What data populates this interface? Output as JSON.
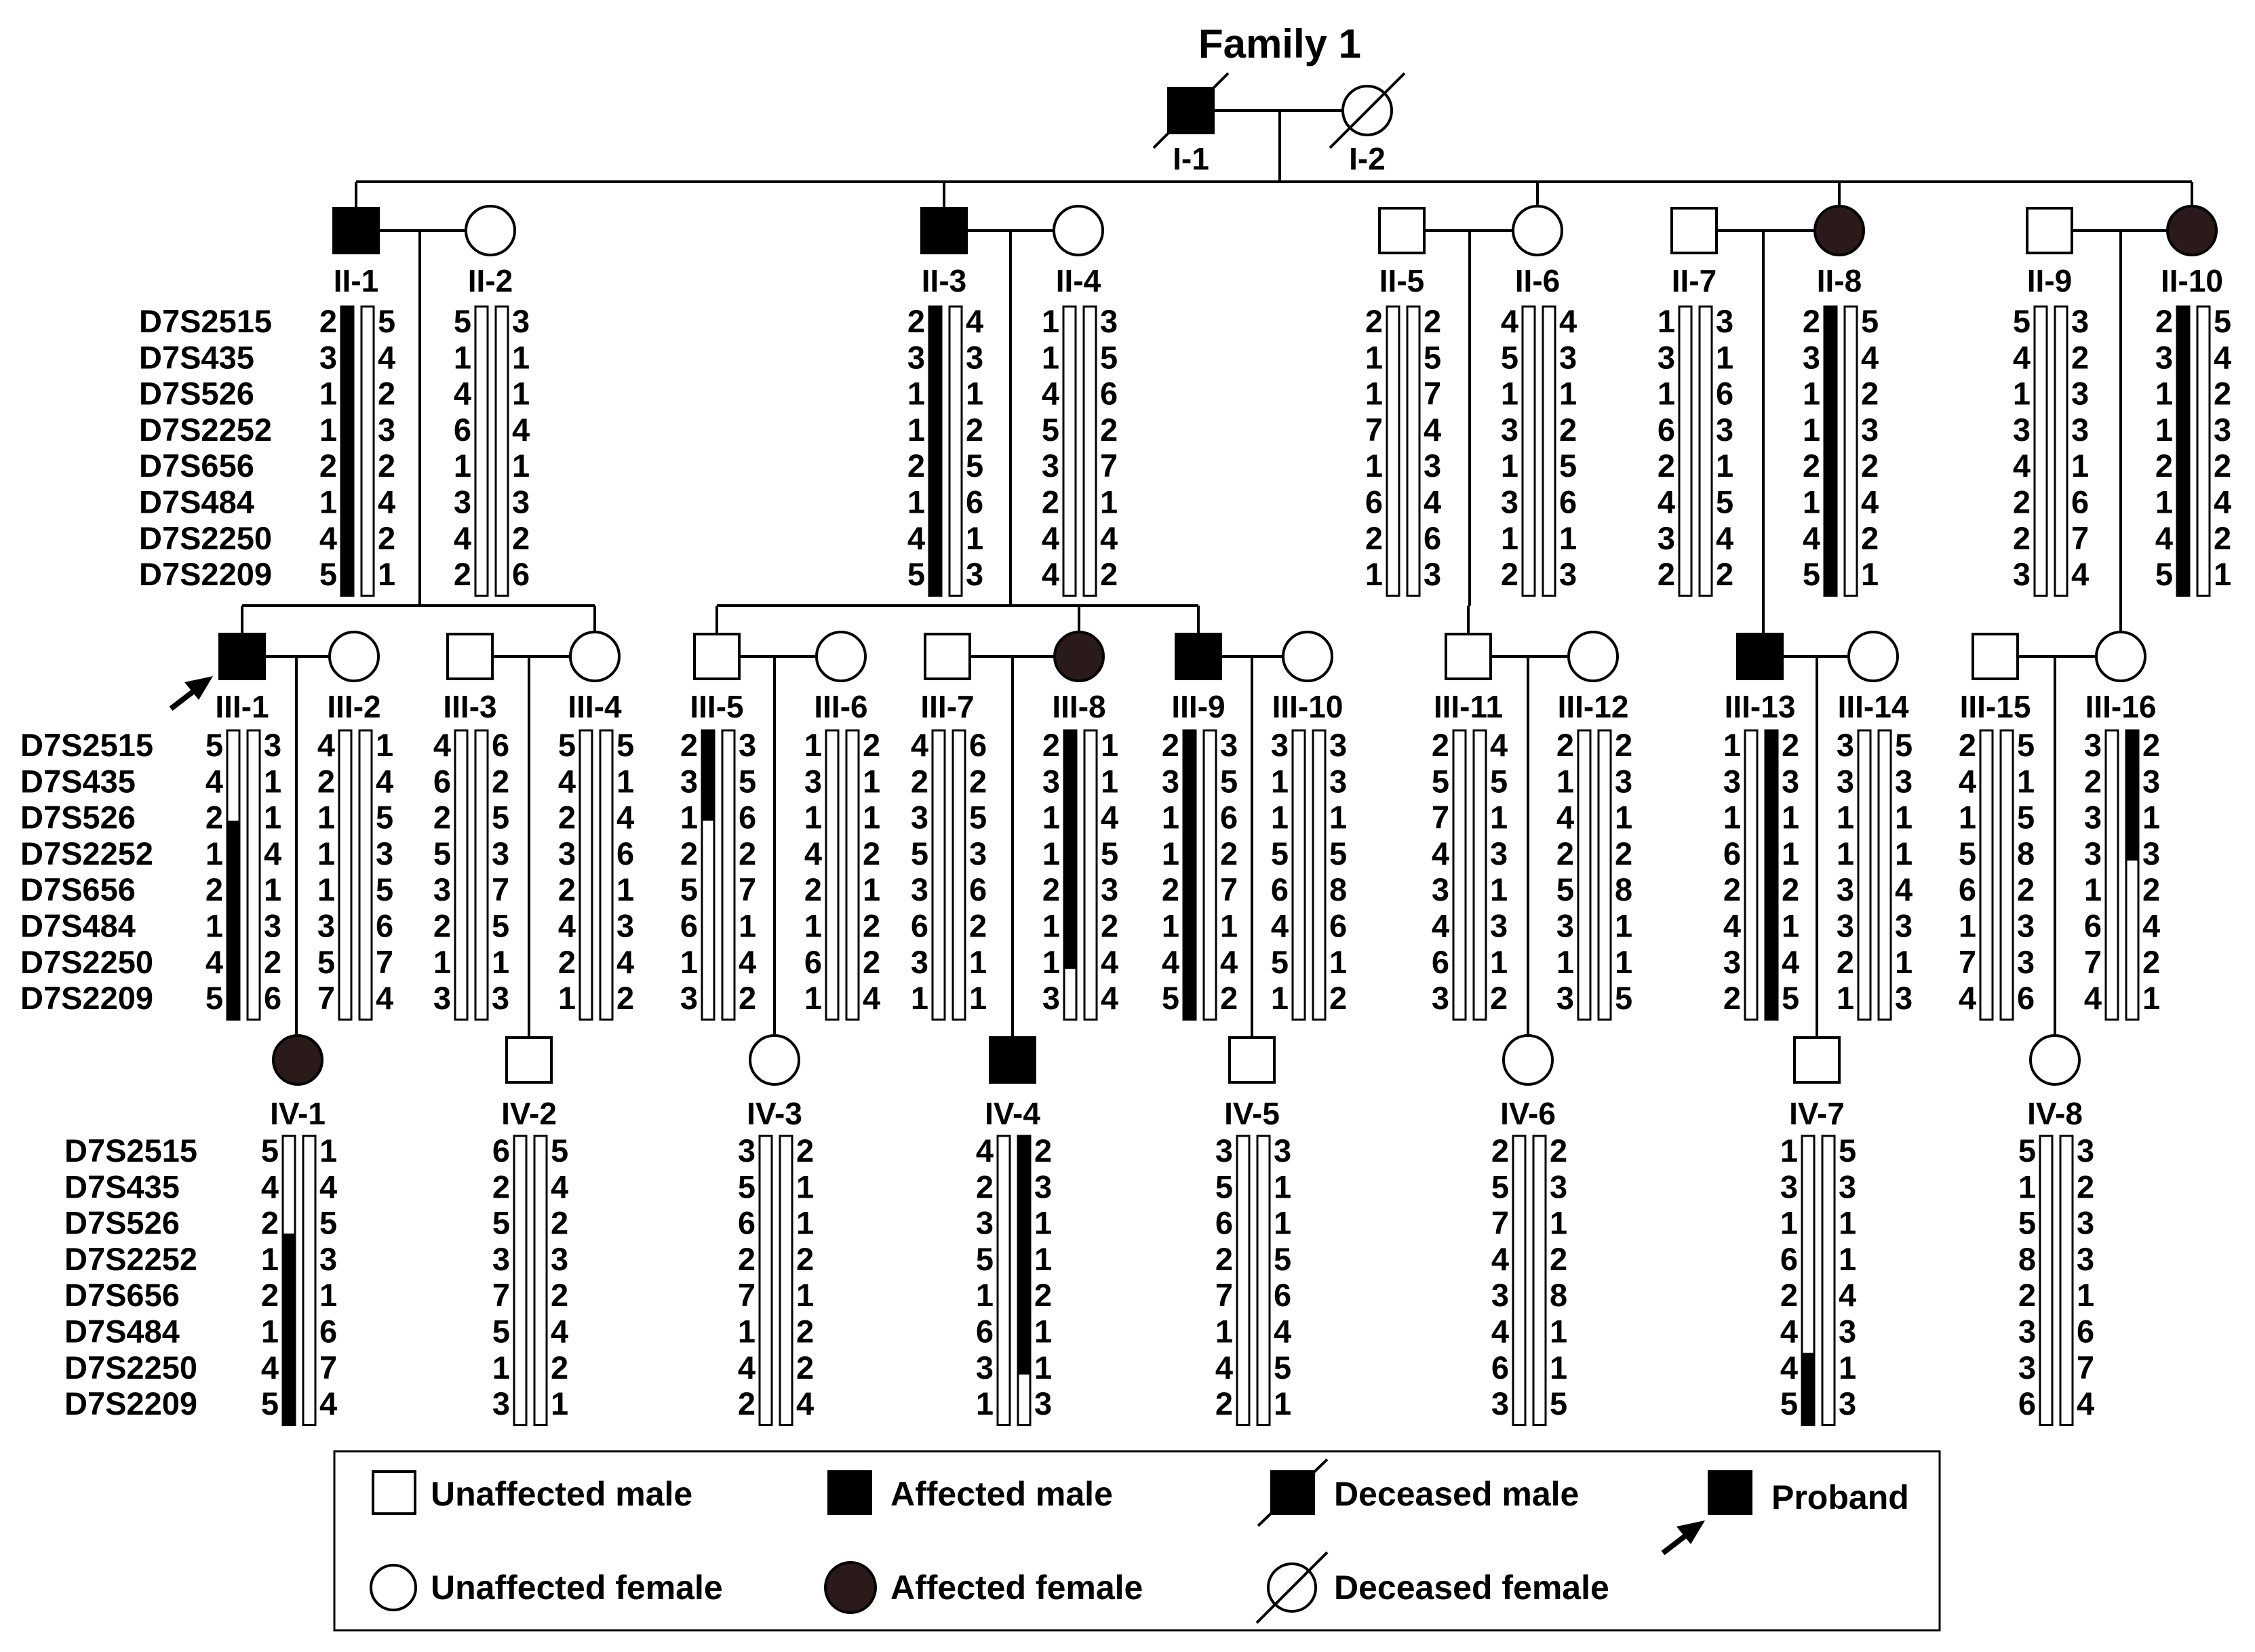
{
  "title": "Family 1",
  "colors": {
    "ink": "#000000",
    "affected_female_fill": "#2a1a1a",
    "background": "#ffffff"
  },
  "markers": [
    "D7S2515",
    "D7S435",
    "D7S526",
    "D7S2252",
    "D7S656",
    "D7S484",
    "D7S2250",
    "D7S2209"
  ],
  "individuals": [
    {
      "id": "I-1",
      "sex": "male",
      "affected": true,
      "deceased": true
    },
    {
      "id": "I-2",
      "sex": "female",
      "affected": false,
      "deceased": true
    },
    {
      "id": "II-1",
      "sex": "male",
      "affected": true,
      "hap_a": [
        "2",
        "3",
        "1",
        "1",
        "2",
        "1",
        "4",
        "5"
      ],
      "hap_b": [
        "5",
        "4",
        "2",
        "3",
        "2",
        "4",
        "2",
        "1"
      ],
      "risk_a": [
        0,
        7
      ],
      "risk_b": null,
      "markers_shown": true
    },
    {
      "id": "II-2",
      "sex": "female",
      "affected": false,
      "hap_a": [
        "5",
        "1",
        "4",
        "6",
        "1",
        "3",
        "4",
        "2"
      ],
      "hap_b": [
        "3",
        "1",
        "1",
        "4",
        "1",
        "3",
        "2",
        "6"
      ],
      "risk_a": null,
      "risk_b": null
    },
    {
      "id": "II-3",
      "sex": "male",
      "affected": true,
      "hap_a": [
        "2",
        "3",
        "1",
        "1",
        "2",
        "1",
        "4",
        "5"
      ],
      "hap_b": [
        "4",
        "3",
        "1",
        "2",
        "5",
        "6",
        "1",
        "3"
      ],
      "risk_a": [
        0,
        7
      ],
      "risk_b": null
    },
    {
      "id": "II-4",
      "sex": "female",
      "affected": false,
      "hap_a": [
        "1",
        "1",
        "4",
        "5",
        "3",
        "2",
        "4",
        "4"
      ],
      "hap_b": [
        "3",
        "5",
        "6",
        "2",
        "7",
        "1",
        "4",
        "2"
      ],
      "risk_a": null,
      "risk_b": null
    },
    {
      "id": "II-5",
      "sex": "male",
      "affected": false,
      "hap_a": [
        "2",
        "1",
        "1",
        "7",
        "1",
        "6",
        "2",
        "1"
      ],
      "hap_b": [
        "2",
        "5",
        "7",
        "4",
        "3",
        "4",
        "6",
        "3"
      ],
      "risk_a": null,
      "risk_b": null
    },
    {
      "id": "II-6",
      "sex": "female",
      "affected": false,
      "hap_a": [
        "4",
        "5",
        "1",
        "3",
        "1",
        "3",
        "1",
        "2"
      ],
      "hap_b": [
        "4",
        "3",
        "1",
        "2",
        "5",
        "6",
        "1",
        "3"
      ],
      "risk_a": null,
      "risk_b": null
    },
    {
      "id": "II-7",
      "sex": "male",
      "affected": false,
      "hap_a": [
        "1",
        "3",
        "1",
        "6",
        "2",
        "4",
        "3",
        "2"
      ],
      "hap_b": [
        "3",
        "1",
        "6",
        "3",
        "1",
        "5",
        "4",
        "2"
      ],
      "risk_a": null,
      "risk_b": null
    },
    {
      "id": "II-8",
      "sex": "female",
      "affected": true,
      "hap_a": [
        "2",
        "3",
        "1",
        "1",
        "2",
        "1",
        "4",
        "5"
      ],
      "hap_b": [
        "5",
        "4",
        "2",
        "3",
        "2",
        "4",
        "2",
        "1"
      ],
      "risk_a": [
        0,
        7
      ],
      "risk_b": null
    },
    {
      "id": "II-9",
      "sex": "male",
      "affected": false,
      "hap_a": [
        "5",
        "4",
        "1",
        "3",
        "4",
        "2",
        "2",
        "3"
      ],
      "hap_b": [
        "3",
        "2",
        "3",
        "3",
        "1",
        "6",
        "7",
        "4"
      ],
      "risk_a": null,
      "risk_b": null
    },
    {
      "id": "II-10",
      "sex": "female",
      "affected": true,
      "hap_a": [
        "2",
        "3",
        "1",
        "1",
        "2",
        "1",
        "4",
        "5"
      ],
      "hap_b": [
        "5",
        "4",
        "2",
        "3",
        "2",
        "4",
        "2",
        "1"
      ],
      "risk_a": [
        0,
        7
      ],
      "risk_b": null
    },
    {
      "id": "III-1",
      "sex": "male",
      "affected": true,
      "proband": true,
      "hap_a": [
        "5",
        "4",
        "2",
        "1",
        "2",
        "1",
        "4",
        "5"
      ],
      "hap_b": [
        "3",
        "1",
        "1",
        "4",
        "1",
        "3",
        "2",
        "6"
      ],
      "risk_a": [
        2.5,
        7
      ],
      "risk_b": null
    },
    {
      "id": "III-2",
      "sex": "female",
      "affected": false,
      "hap_a": [
        "4",
        "2",
        "1",
        "1",
        "1",
        "3",
        "5",
        "7"
      ],
      "hap_b": [
        "1",
        "4",
        "5",
        "3",
        "5",
        "6",
        "7",
        "4"
      ],
      "risk_a": null,
      "risk_b": null
    },
    {
      "id": "III-3",
      "sex": "male",
      "affected": false,
      "hap_a": [
        "4",
        "6",
        "2",
        "5",
        "3",
        "2",
        "1",
        "3"
      ],
      "hap_b": [
        "6",
        "2",
        "5",
        "3",
        "7",
        "5",
        "1",
        "3"
      ],
      "risk_a": null,
      "risk_b": null
    },
    {
      "id": "III-4",
      "sex": "female",
      "affected": false,
      "hap_a": [
        "5",
        "4",
        "2",
        "3",
        "2",
        "4",
        "2",
        "1"
      ],
      "hap_b": [
        "5",
        "1",
        "4",
        "6",
        "1",
        "3",
        "4",
        "2"
      ],
      "risk_a": null,
      "risk_b": null
    },
    {
      "id": "III-5",
      "sex": "male",
      "affected": false,
      "hap_a": [
        "2",
        "3",
        "1",
        "2",
        "5",
        "6",
        "1",
        "3"
      ],
      "hap_b": [
        "3",
        "5",
        "6",
        "2",
        "7",
        "1",
        "4",
        "2"
      ],
      "risk_a": [
        0,
        1.5
      ],
      "risk_b": null
    },
    {
      "id": "III-6",
      "sex": "female",
      "affected": false,
      "hap_a": [
        "1",
        "3",
        "1",
        "4",
        "2",
        "1",
        "6",
        "1"
      ],
      "hap_b": [
        "2",
        "1",
        "1",
        "2",
        "1",
        "2",
        "2",
        "4"
      ],
      "risk_a": null,
      "risk_b": null
    },
    {
      "id": "III-7",
      "sex": "male",
      "affected": false,
      "hap_a": [
        "4",
        "2",
        "3",
        "5",
        "3",
        "6",
        "3",
        "1"
      ],
      "hap_b": [
        "6",
        "2",
        "5",
        "3",
        "6",
        "2",
        "1",
        "1"
      ],
      "risk_a": null,
      "risk_b": null
    },
    {
      "id": "III-8",
      "sex": "female",
      "affected": true,
      "hap_a": [
        "2",
        "3",
        "1",
        "1",
        "2",
        "1",
        "1",
        "3"
      ],
      "hap_b": [
        "1",
        "1",
        "4",
        "5",
        "3",
        "2",
        "4",
        "4"
      ],
      "risk_a": [
        0,
        5.6
      ],
      "risk_b": null
    },
    {
      "id": "III-9",
      "sex": "male",
      "affected": true,
      "hap_a": [
        "2",
        "3",
        "1",
        "1",
        "2",
        "1",
        "4",
        "5"
      ],
      "hap_b": [
        "3",
        "5",
        "6",
        "2",
        "7",
        "1",
        "4",
        "2"
      ],
      "risk_a": [
        0,
        7
      ],
      "risk_b": null
    },
    {
      "id": "III-10",
      "sex": "female",
      "affected": false,
      "hap_a": [
        "3",
        "1",
        "1",
        "5",
        "6",
        "4",
        "5",
        "1"
      ],
      "hap_b": [
        "3",
        "3",
        "1",
        "5",
        "8",
        "6",
        "1",
        "2"
      ],
      "risk_a": null,
      "risk_b": null
    },
    {
      "id": "III-11",
      "sex": "male",
      "affected": false,
      "hap_a": [
        "2",
        "5",
        "7",
        "4",
        "3",
        "4",
        "6",
        "3"
      ],
      "hap_b": [
        "4",
        "5",
        "1",
        "3",
        "1",
        "3",
        "1",
        "2"
      ],
      "risk_a": null,
      "risk_b": null
    },
    {
      "id": "III-12",
      "sex": "female",
      "affected": false,
      "hap_a": [
        "2",
        "1",
        "4",
        "2",
        "5",
        "3",
        "1",
        "3"
      ],
      "hap_b": [
        "2",
        "3",
        "1",
        "2",
        "8",
        "1",
        "1",
        "5"
      ],
      "risk_a": null,
      "risk_b": null
    },
    {
      "id": "III-13",
      "sex": "male",
      "affected": true,
      "hap_a": [
        "1",
        "3",
        "1",
        "6",
        "2",
        "4",
        "3",
        "2"
      ],
      "hap_b": [
        "2",
        "3",
        "1",
        "1",
        "2",
        "1",
        "4",
        "5"
      ],
      "risk_a": null,
      "risk_b": [
        0,
        7
      ]
    },
    {
      "id": "III-14",
      "sex": "female",
      "affected": false,
      "hap_a": [
        "3",
        "3",
        "1",
        "1",
        "3",
        "3",
        "2",
        "1"
      ],
      "hap_b": [
        "5",
        "3",
        "1",
        "1",
        "4",
        "3",
        "1",
        "3"
      ],
      "risk_a": null,
      "risk_b": null
    },
    {
      "id": "III-15",
      "sex": "male",
      "affected": false,
      "hap_a": [
        "2",
        "4",
        "1",
        "5",
        "6",
        "1",
        "7",
        "4"
      ],
      "hap_b": [
        "5",
        "1",
        "5",
        "8",
        "2",
        "3",
        "3",
        "6"
      ],
      "risk_a": null,
      "risk_b": null
    },
    {
      "id": "III-16",
      "sex": "female",
      "affected": false,
      "hap_a": [
        "3",
        "2",
        "3",
        "3",
        "1",
        "6",
        "7",
        "4"
      ],
      "hap_b": [
        "2",
        "3",
        "1",
        "3",
        "2",
        "4",
        "2",
        "1"
      ],
      "risk_a": null,
      "risk_b": [
        0,
        2.6
      ]
    },
    {
      "id": "IV-1",
      "sex": "female",
      "affected": true,
      "hap_a": [
        "5",
        "4",
        "2",
        "1",
        "2",
        "1",
        "4",
        "5"
      ],
      "hap_b": [
        "1",
        "4",
        "5",
        "3",
        "1",
        "6",
        "7",
        "4"
      ],
      "risk_a": [
        2.7,
        7
      ],
      "risk_b": null
    },
    {
      "id": "IV-2",
      "sex": "male",
      "affected": false,
      "hap_a": [
        "6",
        "2",
        "5",
        "3",
        "7",
        "5",
        "1",
        "3"
      ],
      "hap_b": [
        "5",
        "4",
        "2",
        "3",
        "2",
        "4",
        "2",
        "1"
      ],
      "risk_a": null,
      "risk_b": null
    },
    {
      "id": "IV-3",
      "sex": "female",
      "affected": false,
      "hap_a": [
        "3",
        "5",
        "6",
        "2",
        "7",
        "1",
        "4",
        "2"
      ],
      "hap_b": [
        "2",
        "1",
        "1",
        "2",
        "1",
        "2",
        "2",
        "4"
      ],
      "risk_a": null,
      "risk_b": null
    },
    {
      "id": "IV-4",
      "sex": "male",
      "affected": true,
      "hap_a": [
        "4",
        "2",
        "3",
        "5",
        "1",
        "6",
        "3",
        "1"
      ],
      "hap_b": [
        "2",
        "3",
        "1",
        "1",
        "2",
        "1",
        "1",
        "3"
      ],
      "risk_a": null,
      "risk_b": [
        0,
        5.6
      ]
    },
    {
      "id": "IV-5",
      "sex": "male",
      "affected": false,
      "hap_a": [
        "3",
        "5",
        "6",
        "2",
        "7",
        "1",
        "4",
        "2"
      ],
      "hap_b": [
        "3",
        "1",
        "1",
        "5",
        "6",
        "4",
        "5",
        "1"
      ],
      "risk_a": null,
      "risk_b": null
    },
    {
      "id": "IV-6",
      "sex": "female",
      "affected": false,
      "hap_a": [
        "2",
        "5",
        "7",
        "4",
        "3",
        "4",
        "6",
        "3"
      ],
      "hap_b": [
        "2",
        "3",
        "1",
        "2",
        "8",
        "1",
        "1",
        "5"
      ],
      "risk_a": null,
      "risk_b": null
    },
    {
      "id": "IV-7",
      "sex": "male",
      "affected": false,
      "hap_a": [
        "1",
        "3",
        "1",
        "6",
        "2",
        "4",
        "4",
        "5"
      ],
      "hap_b": [
        "5",
        "3",
        "1",
        "1",
        "4",
        "3",
        "1",
        "3"
      ],
      "risk_a": [
        6,
        7
      ],
      "risk_b": null
    },
    {
      "id": "IV-8",
      "sex": "female",
      "affected": false,
      "hap_a": [
        "5",
        "1",
        "5",
        "8",
        "2",
        "3",
        "3",
        "6"
      ],
      "hap_b": [
        "3",
        "2",
        "3",
        "3",
        "1",
        "6",
        "7",
        "4"
      ],
      "risk_a": null,
      "risk_b": null
    }
  ],
  "legend": {
    "unaffected_male": "Unaffected male",
    "affected_male": "Affected male",
    "deceased_male": "Deceased male",
    "proband": "Proband",
    "unaffected_female": "Unaffected female",
    "affected_female": "Affected female",
    "deceased_female": "Deceased female"
  }
}
